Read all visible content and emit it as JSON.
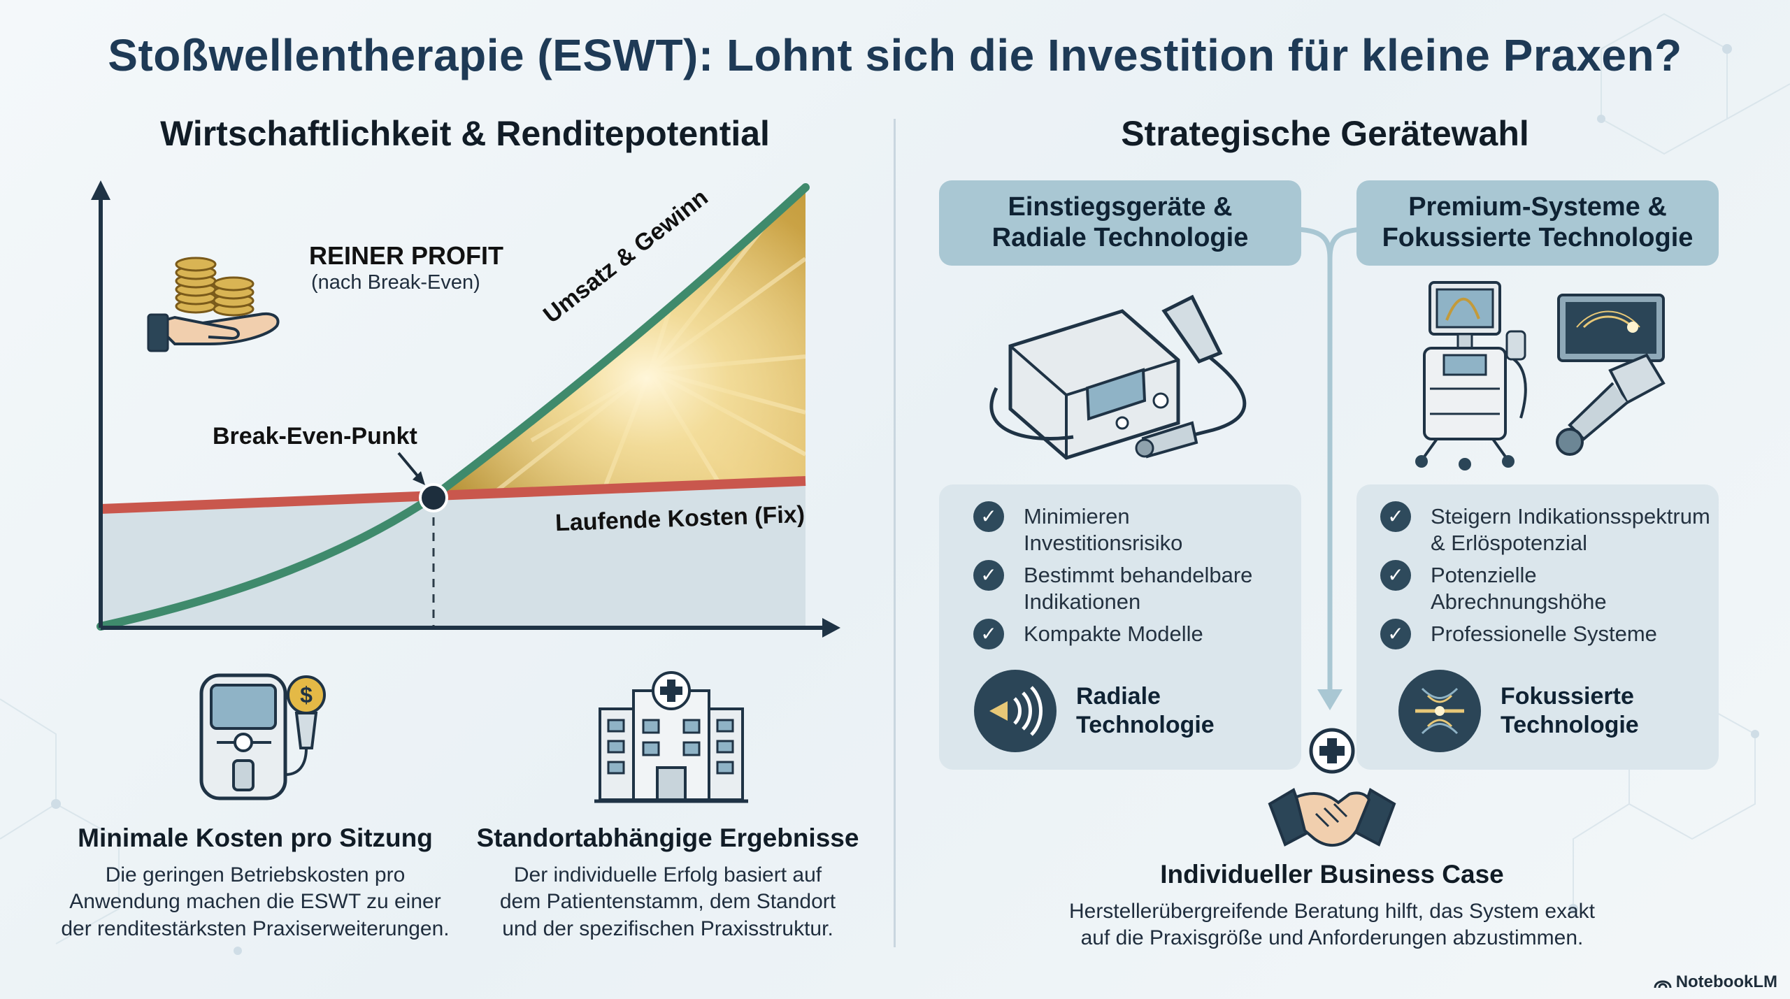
{
  "title": "Stoßwellentherapie (ESWT): Lohnt sich die Investition für kleine Praxen?",
  "left": {
    "heading": "Wirtschaftlichkeit & Renditepotential",
    "chart": {
      "profit_label": "REINER PROFIT",
      "profit_sub": "(nach Break-Even)",
      "break_even_label": "Break-Even-Punkt",
      "revenue_label": "Umsatz & Gewinn",
      "cost_label": "Laufende Kosten (Fix)"
    },
    "cards": [
      {
        "title": "Minimale Kosten pro Sitzung",
        "lines": [
          "Die geringen Betriebskosten pro",
          "Anwendung machen die ESWT zu einer",
          "der renditestärksten Praxiserweiterungen."
        ]
      },
      {
        "title": "Standortabhängige Ergebnisse",
        "lines": [
          "Der individuelle Erfolg basiert auf",
          "dem Patientenstamm, dem Standort",
          "und der spezifischen Praxisstruktur."
        ]
      }
    ]
  },
  "right": {
    "heading": "Strategische Gerätewahl",
    "columns": [
      {
        "head_lines": [
          "Einstiegsgeräte &",
          "Radiale Technologie"
        ],
        "features": [
          [
            "Minimieren",
            "Investitionsrisiko"
          ],
          [
            "Bestimmt behandelbare",
            "Indikationen"
          ],
          [
            "Kompakte Modelle"
          ]
        ],
        "tech_lines": [
          "Radiale",
          "Technologie"
        ]
      },
      {
        "head_lines": [
          "Premium-Systeme &",
          "Fokussierte Technologie"
        ],
        "features": [
          [
            "Steigern Indikationsspektrum",
            "& Erlöspotenzial"
          ],
          [
            "Potenzielle",
            "Abrechnungshöhe"
          ],
          [
            "Professionelle Systeme"
          ]
        ],
        "tech_lines": [
          "Fokussierte",
          "Technologie"
        ]
      }
    ],
    "business_title": "Individueller Business Case",
    "business_lines": [
      "Herstellerübergreifende Beratung hilft, das System exakt",
      "auf die Praxisgröße und Anforderungen abzustimmen."
    ]
  },
  "brand": "NotebookLM",
  "colors": {
    "revenue": "#3f8a6c",
    "cost": "#c9574d",
    "profit_fill": "#c9a448",
    "dark": "#2b4557",
    "accent": "#a9c7d3"
  }
}
